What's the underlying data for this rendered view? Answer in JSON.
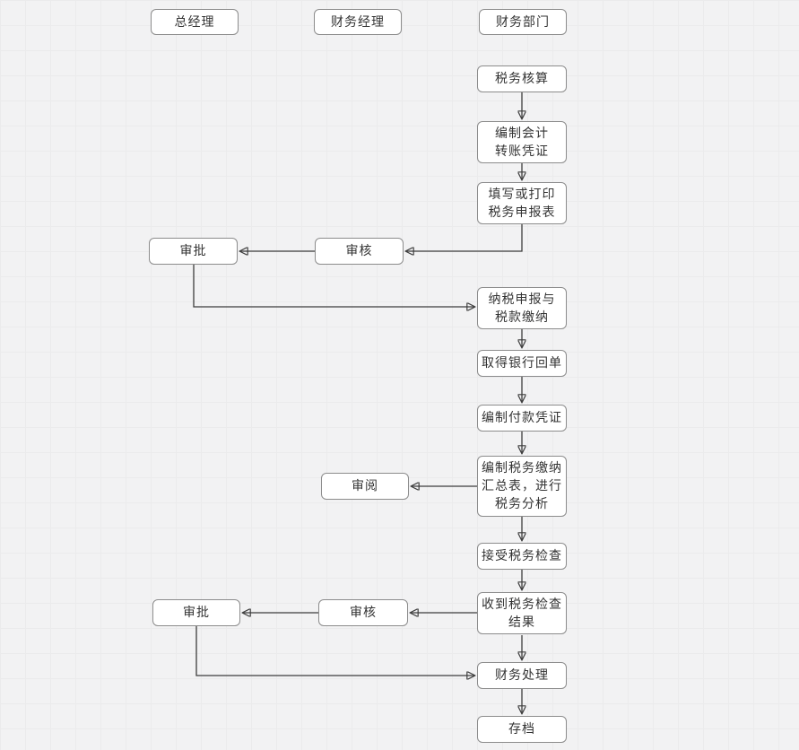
{
  "colors": {
    "background": "#f2f2f3",
    "node_fill": "#ffffff",
    "node_border": "#8c8c8c",
    "connector": "#3d3d3d",
    "text": "#333333"
  },
  "diagram": {
    "lanes": {
      "general_manager": {
        "label": "总经理"
      },
      "finance_manager": {
        "label": "财务经理"
      },
      "finance_department": {
        "label": "财务部门"
      }
    },
    "nodes": {
      "tax_accounting": {
        "label": "税务核算"
      },
      "prepare_transfer_voucher": {
        "label": "编制会计\n转账凭证"
      },
      "fill_print_tax_return": {
        "label": "填写或打印\n税务申报表"
      },
      "review_1": {
        "label": "审核"
      },
      "approve_1": {
        "label": "审批"
      },
      "tax_filing_payment": {
        "label": "纳税申报与\n税款缴纳"
      },
      "obtain_bank_receipt": {
        "label": "取得银行回单"
      },
      "prepare_payment_voucher": {
        "label": "编制付款凭证"
      },
      "prepare_tax_summary": {
        "label": "编制税务缴纳\n汇总表，进行\n税务分析"
      },
      "review_summary": {
        "label": "审阅"
      },
      "accept_tax_inspection": {
        "label": "接受税务检查"
      },
      "receive_inspection_result": {
        "label": "收到税务检查\n结果"
      },
      "review_2": {
        "label": "审核"
      },
      "approve_2": {
        "label": "审批"
      },
      "financial_processing": {
        "label": "财务处理"
      },
      "archive": {
        "label": "存档"
      }
    },
    "edges": [
      {
        "from": "tax_accounting",
        "to": "prepare_transfer_voucher"
      },
      {
        "from": "prepare_transfer_voucher",
        "to": "fill_print_tax_return"
      },
      {
        "from": "fill_print_tax_return",
        "to": "review_1"
      },
      {
        "from": "review_1",
        "to": "approve_1"
      },
      {
        "from": "approve_1",
        "to": "tax_filing_payment"
      },
      {
        "from": "tax_filing_payment",
        "to": "obtain_bank_receipt"
      },
      {
        "from": "obtain_bank_receipt",
        "to": "prepare_payment_voucher"
      },
      {
        "from": "prepare_payment_voucher",
        "to": "prepare_tax_summary"
      },
      {
        "from": "prepare_tax_summary",
        "to": "review_summary"
      },
      {
        "from": "prepare_tax_summary",
        "to": "accept_tax_inspection"
      },
      {
        "from": "accept_tax_inspection",
        "to": "receive_inspection_result"
      },
      {
        "from": "receive_inspection_result",
        "to": "review_2"
      },
      {
        "from": "review_2",
        "to": "approve_2"
      },
      {
        "from": "approve_2",
        "to": "financial_processing"
      },
      {
        "from": "receive_inspection_result",
        "to": "financial_processing"
      },
      {
        "from": "financial_processing",
        "to": "archive"
      }
    ]
  }
}
